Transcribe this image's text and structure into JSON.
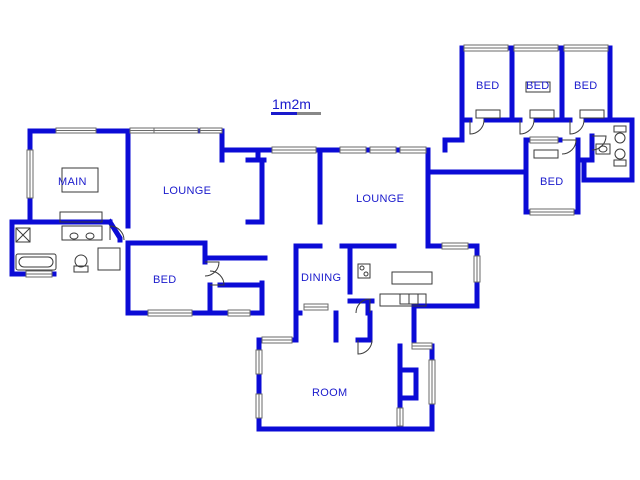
{
  "scale_bar": {
    "label": "1m2m"
  },
  "rooms": [
    {
      "id": "main",
      "label": "MAIN"
    },
    {
      "id": "lounge-west",
      "label": "LOUNGE"
    },
    {
      "id": "lounge-central",
      "label": "LOUNGE"
    },
    {
      "id": "bed-1",
      "label": "BED"
    },
    {
      "id": "bed-2",
      "label": "BED"
    },
    {
      "id": "bed-3",
      "label": "BED"
    },
    {
      "id": "bed-4",
      "label": "BED"
    },
    {
      "id": "bed-5",
      "label": "BED"
    },
    {
      "id": "dining",
      "label": "DINING"
    },
    {
      "id": "room",
      "label": "ROOM"
    }
  ],
  "colors": {
    "wall": "#0b0bd6",
    "label": "#1a1acc",
    "fixture": "#3a3a3a"
  }
}
